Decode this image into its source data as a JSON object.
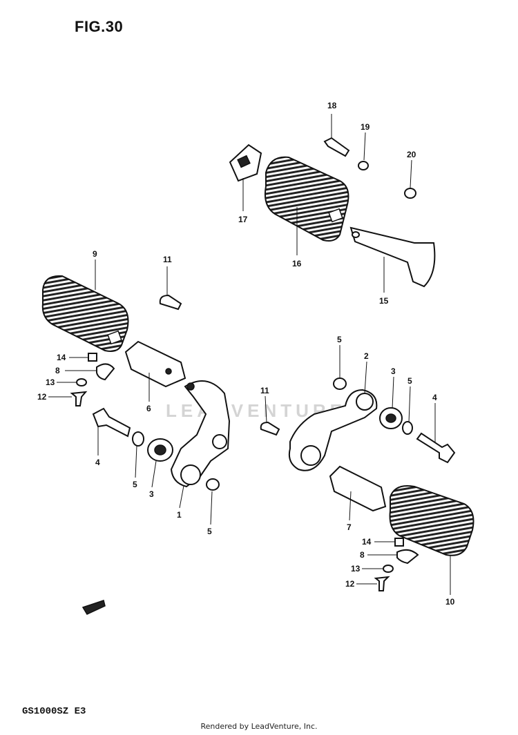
{
  "figure": {
    "title": "FIG.30",
    "model": "GS1000SZ E3",
    "footer": "Rendered by LeadVenture, Inc.",
    "watermark": "LEADVENTURE"
  },
  "callouts": [
    {
      "id": "c18",
      "label": "18"
    },
    {
      "id": "c19",
      "label": "19"
    },
    {
      "id": "c20",
      "label": "20"
    },
    {
      "id": "c17",
      "label": "17"
    },
    {
      "id": "c16",
      "label": "16"
    },
    {
      "id": "c15",
      "label": "15"
    },
    {
      "id": "c9",
      "label": "9"
    },
    {
      "id": "c11a",
      "label": "11"
    },
    {
      "id": "c14a",
      "label": "14"
    },
    {
      "id": "c8a",
      "label": "8"
    },
    {
      "id": "c13a",
      "label": "13"
    },
    {
      "id": "c12a",
      "label": "12"
    },
    {
      "id": "c6",
      "label": "6"
    },
    {
      "id": "c4a",
      "label": "4"
    },
    {
      "id": "c5a",
      "label": "5"
    },
    {
      "id": "c3a",
      "label": "3"
    },
    {
      "id": "c1",
      "label": "1"
    },
    {
      "id": "c5b",
      "label": "5"
    },
    {
      "id": "c5c",
      "label": "5"
    },
    {
      "id": "c2",
      "label": "2"
    },
    {
      "id": "c3b",
      "label": "3"
    },
    {
      "id": "c5d",
      "label": "5"
    },
    {
      "id": "c4b",
      "label": "4"
    },
    {
      "id": "c11b",
      "label": "11"
    },
    {
      "id": "c7",
      "label": "7"
    },
    {
      "id": "c14b",
      "label": "14"
    },
    {
      "id": "c8b",
      "label": "8"
    },
    {
      "id": "c13b",
      "label": "13"
    },
    {
      "id": "c12b",
      "label": "12"
    },
    {
      "id": "c10",
      "label": "10"
    }
  ]
}
